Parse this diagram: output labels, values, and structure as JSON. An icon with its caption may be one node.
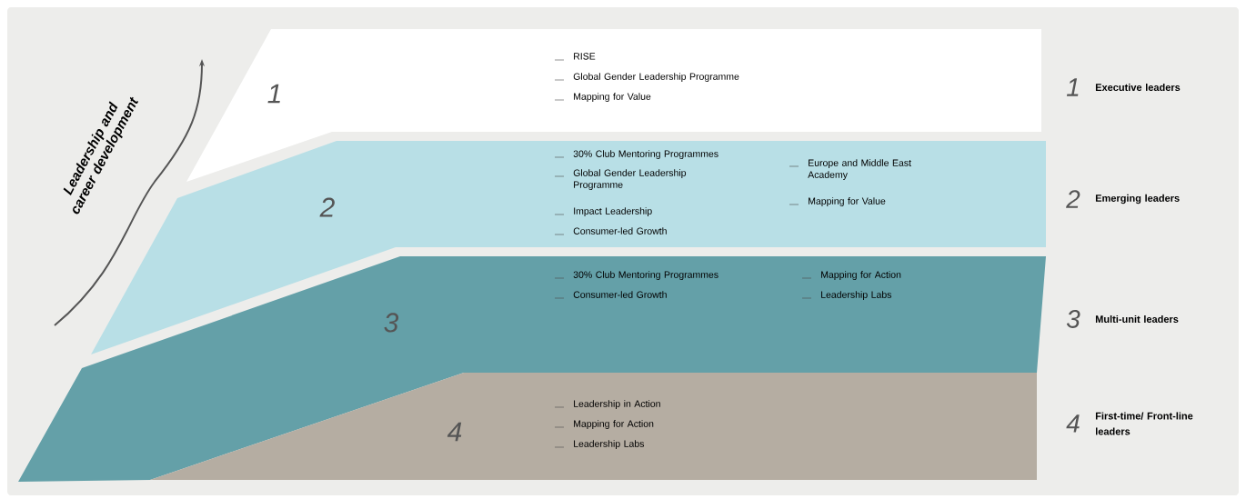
{
  "diagram": {
    "nodes": [
      {
        "text": [
          "1",
          "RISE",
          "Global Gender Leadership Programme",
          "Mapping for Value"
        ]
      },
      {
        "text": [
          "2",
          "30% Club Mentoring Programmes",
          "Global Gender Leadership Programme",
          "Impact Leadership",
          "Consumer-led Growth",
          "Europe and Middle East Academy",
          "Mapping for Value"
        ]
      },
      {
        "text": [
          "3",
          "30% Club Mentoring Programmes",
          "Consumer-led Growth",
          "Mapping for Action",
          "Leadership Labs"
        ]
      },
      {
        "text": [
          "4",
          "Leadership in Action",
          "Mapping for Action",
          "Leadership Labs"
        ]
      }
    ],
    "labels": [
      "Leadership and career development",
      "1",
      "Executive leaders",
      "2",
      "Emerging leaders",
      "3",
      "Multi-unit leaders",
      "4",
      "First-time/ Front-line leaders"
    ]
  }
}
